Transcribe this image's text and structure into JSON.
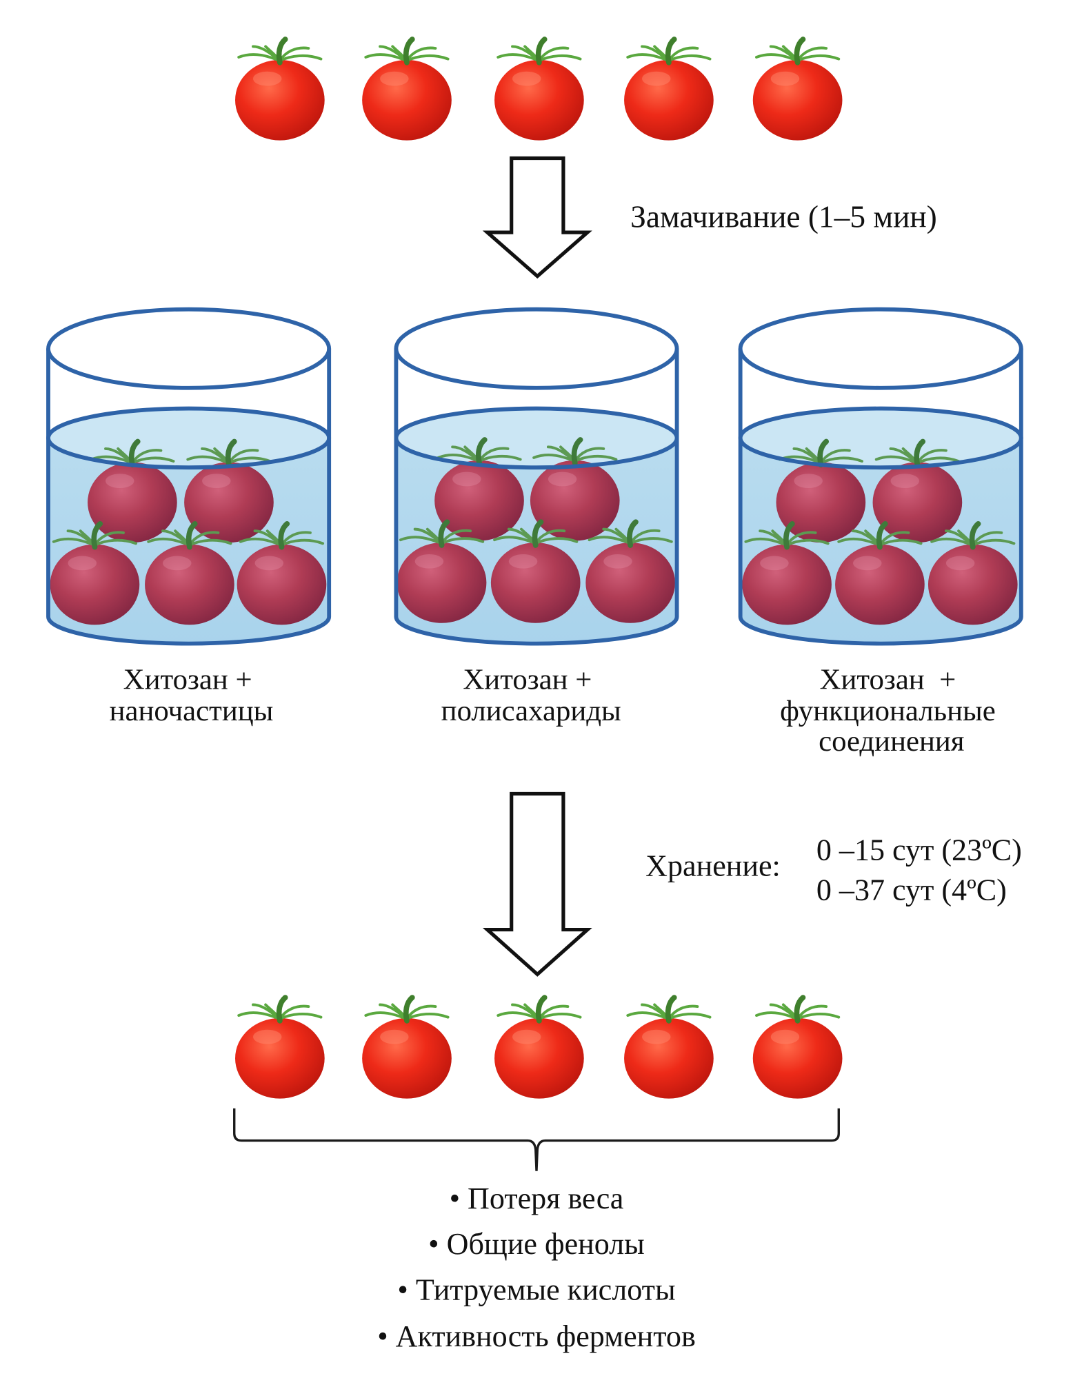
{
  "diagram": {
    "steps": {
      "soaking_label": "Замачивание (1–5 мин)",
      "storage_label": "Хранение:",
      "storage_conditions": [
        "0 –15 сут (23ºC)",
        "0 –37 сут (4ºC)"
      ]
    },
    "fresh_tomatoes_count": 5,
    "stored_tomatoes_count": 5,
    "beakers": [
      {
        "label_lines": [
          "Хитозан +",
          "наночастицы"
        ],
        "tomato_count": 5
      },
      {
        "label_lines": [
          "Хитозан +",
          "полисахариды"
        ],
        "tomato_count": 5
      },
      {
        "label_lines": [
          "Хитозан  +",
          "функциональные",
          "соединения"
        ],
        "tomato_count": 5
      }
    ],
    "results": [
      "• Потеря веса",
      "• Общие фенолы",
      "• Титруемые кислоты",
      "• Активность ферментов"
    ],
    "colors": {
      "tomato": "#e8261b",
      "tomato_submerged": "#a8364f",
      "leaf": "#4f9a3a",
      "water": "#bfe1f3",
      "beaker_outline": "#2e63a8",
      "text": "#111111"
    },
    "icons": {
      "tomato": "tomato-icon",
      "arrow": "down-arrow-icon",
      "beaker": "beaker-icon",
      "brace": "curly-brace-icon"
    }
  }
}
